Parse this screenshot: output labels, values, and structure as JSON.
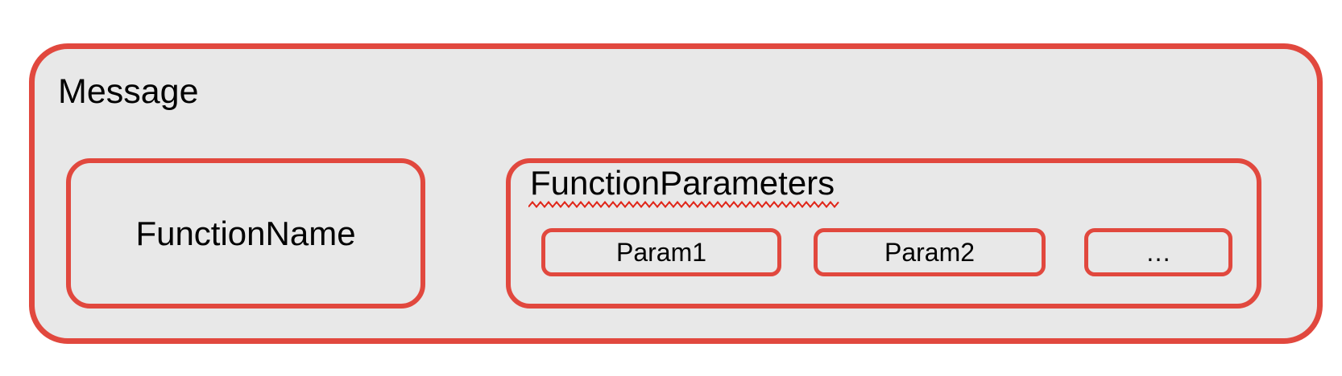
{
  "diagram": {
    "message_box": {
      "label": "Message"
    },
    "function_name_box": {
      "label": "FunctionName"
    },
    "function_parameters_box": {
      "label": "FunctionParameters",
      "params": [
        {
          "label": "Param1"
        },
        {
          "label": "Param2"
        },
        {
          "label": "…"
        }
      ]
    }
  },
  "colors": {
    "box_border_red": "#e1483e",
    "box_fill_gray": "#e8e8e8",
    "squiggle_red": "#e02417",
    "text_black": "#000000",
    "page_background": "#ffffff"
  }
}
